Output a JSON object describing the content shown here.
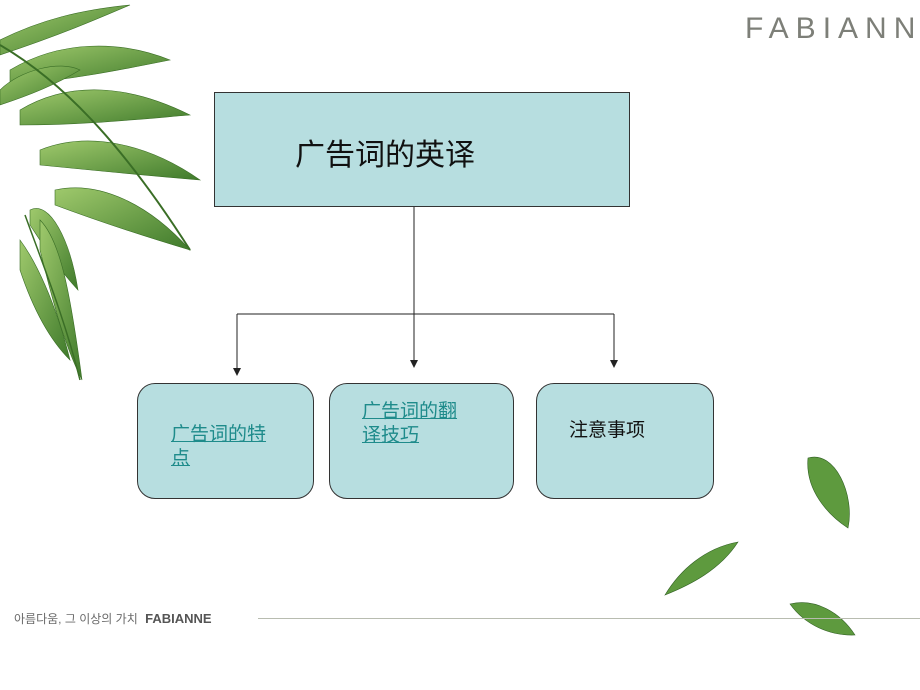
{
  "brand": {
    "name": "FABIANNE"
  },
  "footer": {
    "slogan": "아름다움, 그 이상의 가치",
    "brand": "FABIANNE"
  },
  "diagram": {
    "root": {
      "label": "广告词的英译"
    },
    "children": [
      {
        "label": "广告词的特点",
        "link": true
      },
      {
        "label": "广告词的翻译技巧",
        "link": true
      },
      {
        "label": "注意事项",
        "link": false
      }
    ]
  },
  "colors": {
    "node_fill": "#b7dee0",
    "link": "#1e8b8b",
    "leaf": "#5e9a3e"
  }
}
